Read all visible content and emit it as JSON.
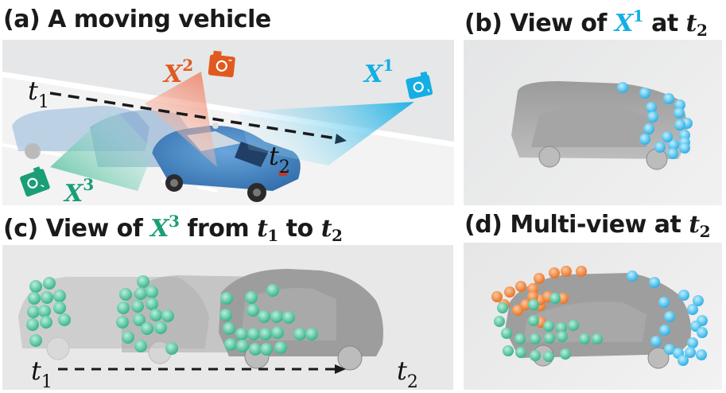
{
  "colors": {
    "camera1": "#14aee4",
    "camera2": "#e05a20",
    "camera3": "#1a9e78",
    "point_blue": "#3bbcec",
    "point_orange": "#ee7d2a",
    "point_green": "#3fbf96",
    "text": "#1a1a1a"
  },
  "panels": {
    "a": {
      "title_prefix": "(a) A moving vehicle",
      "cameras": [
        {
          "name": "X",
          "sup": "1",
          "icon": "camera-icon",
          "color_key": "camera1"
        },
        {
          "name": "X",
          "sup": "2",
          "icon": "camera-icon",
          "color_key": "camera2"
        },
        {
          "name": "X",
          "sup": "3",
          "icon": "camera-icon",
          "color_key": "camera3"
        }
      ],
      "t_start": {
        "base": "t",
        "sub": "1"
      },
      "t_end": {
        "base": "t",
        "sub": "2"
      }
    },
    "b": {
      "title_prefix": "(b) View of ",
      "cam": {
        "base": "X",
        "sup": "1"
      },
      "mid": " at ",
      "time": {
        "base": "t",
        "sub": "2"
      }
    },
    "c": {
      "title_prefix": "(c) View of ",
      "cam": {
        "base": "X",
        "sup": "3"
      },
      "mid": " from ",
      "time1": {
        "base": "t",
        "sub": "1"
      },
      "mid2": " to ",
      "time2": {
        "base": "t",
        "sub": "2"
      },
      "t_start": {
        "base": "t",
        "sub": "1"
      },
      "t_end": {
        "base": "t",
        "sub": "2"
      }
    },
    "d": {
      "title_prefix": "(d) Multi-view at ",
      "time": {
        "base": "t",
        "sub": "2"
      }
    }
  }
}
